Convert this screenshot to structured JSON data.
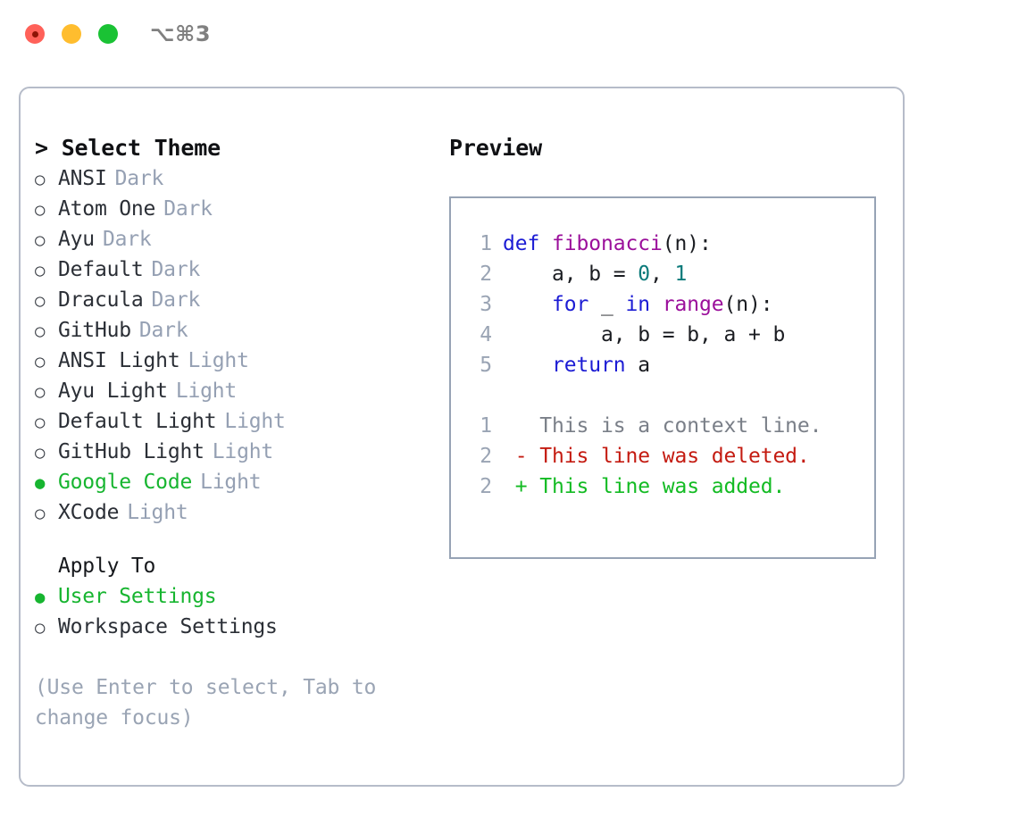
{
  "titlebar": {
    "dots": [
      {
        "name": "close",
        "color": "#ff6159"
      },
      {
        "name": "minimize",
        "color": "#ffbd2e"
      },
      {
        "name": "maximize",
        "color": "#1ac234"
      }
    ],
    "shortcut": "⌥⌘3"
  },
  "left": {
    "header": "> Select Theme",
    "themes": [
      {
        "bullet": "○",
        "name": "ANSI",
        "tag": "Dark",
        "selected": false
      },
      {
        "bullet": "○",
        "name": "Atom One",
        "tag": "Dark",
        "selected": false
      },
      {
        "bullet": "○",
        "name": "Ayu",
        "tag": "Dark",
        "selected": false
      },
      {
        "bullet": "○",
        "name": "Default",
        "tag": "Dark",
        "selected": false
      },
      {
        "bullet": "○",
        "name": "Dracula",
        "tag": "Dark",
        "selected": false
      },
      {
        "bullet": "○",
        "name": "GitHub",
        "tag": "Dark",
        "selected": false
      },
      {
        "bullet": "○",
        "name": "ANSI Light",
        "tag": "Light",
        "selected": false
      },
      {
        "bullet": "○",
        "name": "Ayu Light",
        "tag": "Light",
        "selected": false
      },
      {
        "bullet": "○",
        "name": "Default Light",
        "tag": "Light",
        "selected": false
      },
      {
        "bullet": "○",
        "name": "GitHub Light",
        "tag": "Light",
        "selected": false
      },
      {
        "bullet": "●",
        "name": "Google Code",
        "tag": "Light",
        "selected": true
      },
      {
        "bullet": "○",
        "name": "XCode",
        "tag": "Light",
        "selected": false
      }
    ],
    "apply_to": {
      "title": "Apply To",
      "options": [
        {
          "bullet": "●",
          "name": "User Settings",
          "selected": true
        },
        {
          "bullet": "○",
          "name": "Workspace Settings",
          "selected": false
        }
      ]
    },
    "hint": "(Use Enter to select, Tab to change focus)"
  },
  "right": {
    "title": "Preview",
    "code_lines": [
      {
        "num": "1",
        "tokens": [
          {
            "t": "def",
            "c": "kw"
          },
          {
            "t": " ",
            "c": "punc"
          },
          {
            "t": "fibonacci",
            "c": "fn"
          },
          {
            "t": "(",
            "c": "punc"
          },
          {
            "t": "n",
            "c": "var"
          },
          {
            "t": "):",
            "c": "punc"
          }
        ]
      },
      {
        "num": "2",
        "tokens": [
          {
            "t": "    a, b = ",
            "c": "var"
          },
          {
            "t": "0",
            "c": "num"
          },
          {
            "t": ", ",
            "c": "punc"
          },
          {
            "t": "1",
            "c": "num"
          }
        ]
      },
      {
        "num": "3",
        "tokens": [
          {
            "t": "    ",
            "c": "punc"
          },
          {
            "t": "for",
            "c": "kw"
          },
          {
            "t": " _ ",
            "c": "var"
          },
          {
            "t": "in",
            "c": "kw"
          },
          {
            "t": " ",
            "c": "punc"
          },
          {
            "t": "range",
            "c": "fn"
          },
          {
            "t": "(",
            "c": "punc"
          },
          {
            "t": "n",
            "c": "var"
          },
          {
            "t": "):",
            "c": "punc"
          }
        ]
      },
      {
        "num": "4",
        "tokens": [
          {
            "t": "        a, b = b, a + b",
            "c": "var"
          }
        ]
      },
      {
        "num": "5",
        "tokens": [
          {
            "t": "    ",
            "c": "punc"
          },
          {
            "t": "return",
            "c": "kw"
          },
          {
            "t": " a",
            "c": "var"
          }
        ]
      }
    ],
    "diff_lines": [
      {
        "num": "1",
        "marker": " ",
        "text": "This is a context line.",
        "kind": "ctx"
      },
      {
        "num": "2",
        "marker": "-",
        "text": "This line was deleted.",
        "kind": "del"
      },
      {
        "num": "2",
        "marker": "+",
        "text": "This line was added.",
        "kind": "add"
      }
    ]
  },
  "colors": {
    "accent_green": "#17b530",
    "tag_gray": "#95a0b3",
    "panel_border": "#b6bcc9",
    "preview_border": "#97a3b5",
    "keyword": "#1c1cd4",
    "function": "#9b0f9b",
    "number": "#0b7a7a",
    "diff_delete": "#c41b11",
    "diff_add": "#13bb23"
  }
}
